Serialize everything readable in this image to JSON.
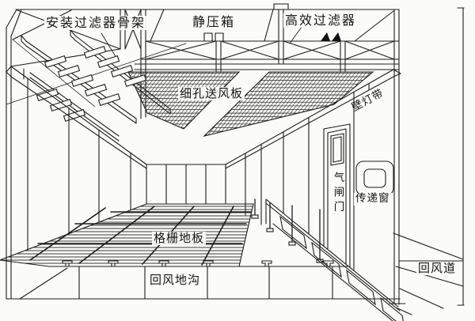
{
  "diagram": {
    "kind": "technical-line-drawing",
    "labels": {
      "filter_frame": "安装过滤器骨架",
      "plenum": "静压箱",
      "hepa_filter": "高效过滤器",
      "perforated_supply_panel": "细孔送风板",
      "wall_light_strip": "壁灯带",
      "air_lock_door": "气闸门",
      "transfer_window": "传递窗",
      "grille_floor": "格栅地板",
      "return_air_trench": "回风地沟",
      "return_air_duct": "回风道"
    },
    "colors": {
      "line": "#1d1d1d",
      "paper": "#fbfbf8"
    }
  }
}
